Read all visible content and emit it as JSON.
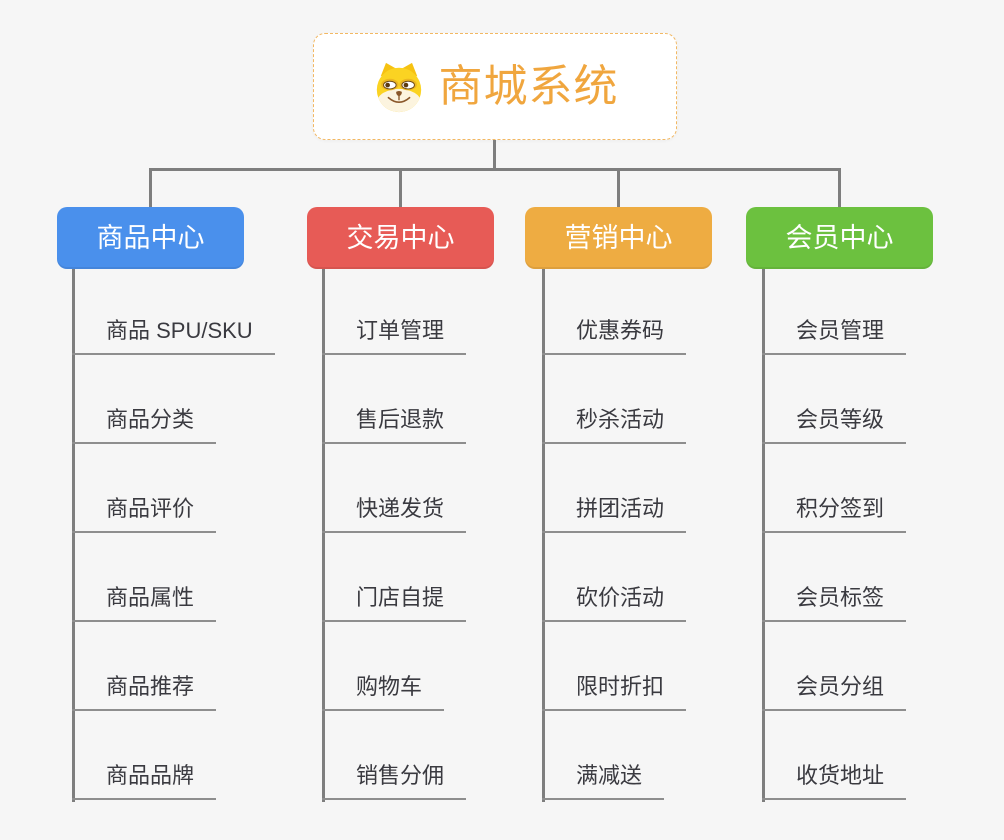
{
  "palette": {
    "bg": "#F6F6F6",
    "connector": "#7E7E7E",
    "underline": "#8E8E8E",
    "leaf-text": "#3A3A40",
    "root-border": "#F2B863",
    "root-title": "#F0A63E"
  },
  "root": {
    "title": "商城系统",
    "icon": "doge-icon"
  },
  "branches": [
    {
      "label": "商品中心",
      "color": "#4A90EC",
      "items": [
        "商品 SPU/SKU",
        "商品分类",
        "商品评价",
        "商品属性",
        "商品推荐",
        "商品品牌"
      ]
    },
    {
      "label": "交易中心",
      "color": "#E75B56",
      "items": [
        "订单管理",
        "售后退款",
        "快递发货",
        "门店自提",
        "购物车",
        "销售分佣"
      ]
    },
    {
      "label": "营销中心",
      "color": "#EEAC42",
      "items": [
        "优惠券码",
        "秒杀活动",
        "拼团活动",
        "砍价活动",
        "限时折扣",
        "满减送"
      ]
    },
    {
      "label": "会员中心",
      "color": "#6CC13F",
      "items": [
        "会员管理",
        "会员等级",
        "积分签到",
        "会员标签",
        "会员分组",
        "收货地址"
      ]
    }
  ]
}
